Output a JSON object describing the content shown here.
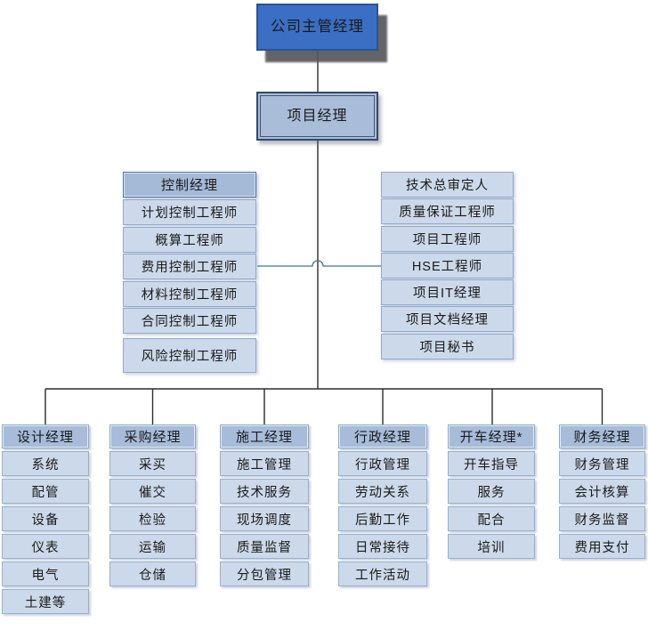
{
  "org": {
    "top": "公司主管经理",
    "project_manager": "项目经理",
    "control_group": {
      "header": "控制经理",
      "items": [
        "计划控制工程师",
        "概算工程师",
        "费用控制工程师",
        "材料控制工程师",
        "合同控制工程师",
        "风险控制工程师"
      ]
    },
    "staff_group": {
      "items": [
        "技术总审定人",
        "质量保证工程师",
        "项目工程师",
        "HSE工程师",
        "项目IT经理",
        "项目文档经理",
        "项目秘书"
      ]
    },
    "departments": [
      {
        "header": "设计经理",
        "items": [
          "系统",
          "配管",
          "设备",
          "仪表",
          "电气",
          "土建等"
        ]
      },
      {
        "header": "采购经理",
        "items": [
          "采买",
          "催交",
          "检验",
          "运输",
          "仓储"
        ]
      },
      {
        "header": "施工经理",
        "items": [
          "施工管理",
          "技术服务",
          "现场调度",
          "质量监督",
          "分包管理"
        ]
      },
      {
        "header": "行政经理",
        "items": [
          "行政管理",
          "劳动关系",
          "后勤工作",
          "日常接待",
          "工作活动"
        ]
      },
      {
        "header": "开车经理*",
        "items": [
          "开车指导",
          "服务",
          "配合",
          "培训"
        ]
      },
      {
        "header": "财务经理",
        "items": [
          "财务管理",
          "会计核算",
          "财务监督",
          "费用支付"
        ]
      }
    ]
  },
  "colors": {
    "top_fill": "#3b6fc4",
    "top_border": "#2a5395",
    "top_shadow": "#595959",
    "pm_fill": "#a9bdd9",
    "pm_border": "#35496a",
    "header_fill": "#a6bcd9",
    "item_fill": "#ccd9ea",
    "item_border": "#8fa9cb",
    "line_dark": "#2b2b2b",
    "line_blue": "#41719c"
  }
}
